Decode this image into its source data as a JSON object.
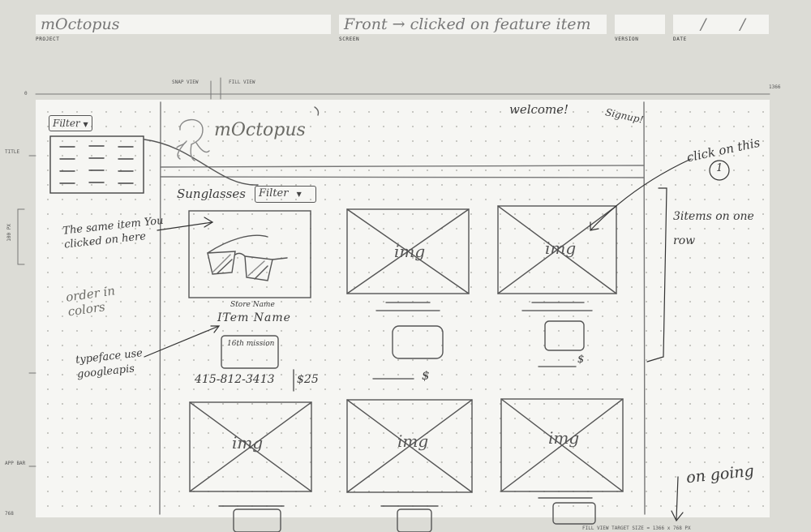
{
  "template": {
    "project_label": "PROJECT",
    "project_value": "mOctopus",
    "screen_label": "SCREEN",
    "screen_value": "Front → clicked on feature item",
    "version_label": "VERSION",
    "version_value": "",
    "date_label": "DATE",
    "date_value": "/ /",
    "snap_view": "SNAP VIEW",
    "fill_view": "FILL VIEW",
    "ruler_start": "0",
    "ruler_end": "1366",
    "title_label": "TITLE",
    "px_label": "100 PX",
    "app_bar_label": "APP BAR",
    "bottom_mark": "768",
    "footer_note": "FILL VIEW TARGET SIZE = 1366 x 768 PX"
  },
  "app": {
    "logo_text": "mOctopus",
    "welcome": "welcome!",
    "signup": "Signup!",
    "side_filter_label": "Filter",
    "filter_icon": "chevron-down-icon",
    "category": "Sunglasses",
    "filter_label": "Filter",
    "featured": {
      "store_name": "Store Name",
      "item_name": "ITem Name",
      "store_badge": "16th mission",
      "phone": "415-812-3413",
      "price": "$25"
    },
    "placeholder_text": "img",
    "price_stub": "$"
  },
  "annotations": {
    "same_item": "The same item You clicked on here",
    "order_colors": "order in colors",
    "typeface": "typeface use googleapis",
    "click_this": "click on this",
    "click_number": "1",
    "three_items": "3items on one row",
    "ongoing": "on going"
  }
}
